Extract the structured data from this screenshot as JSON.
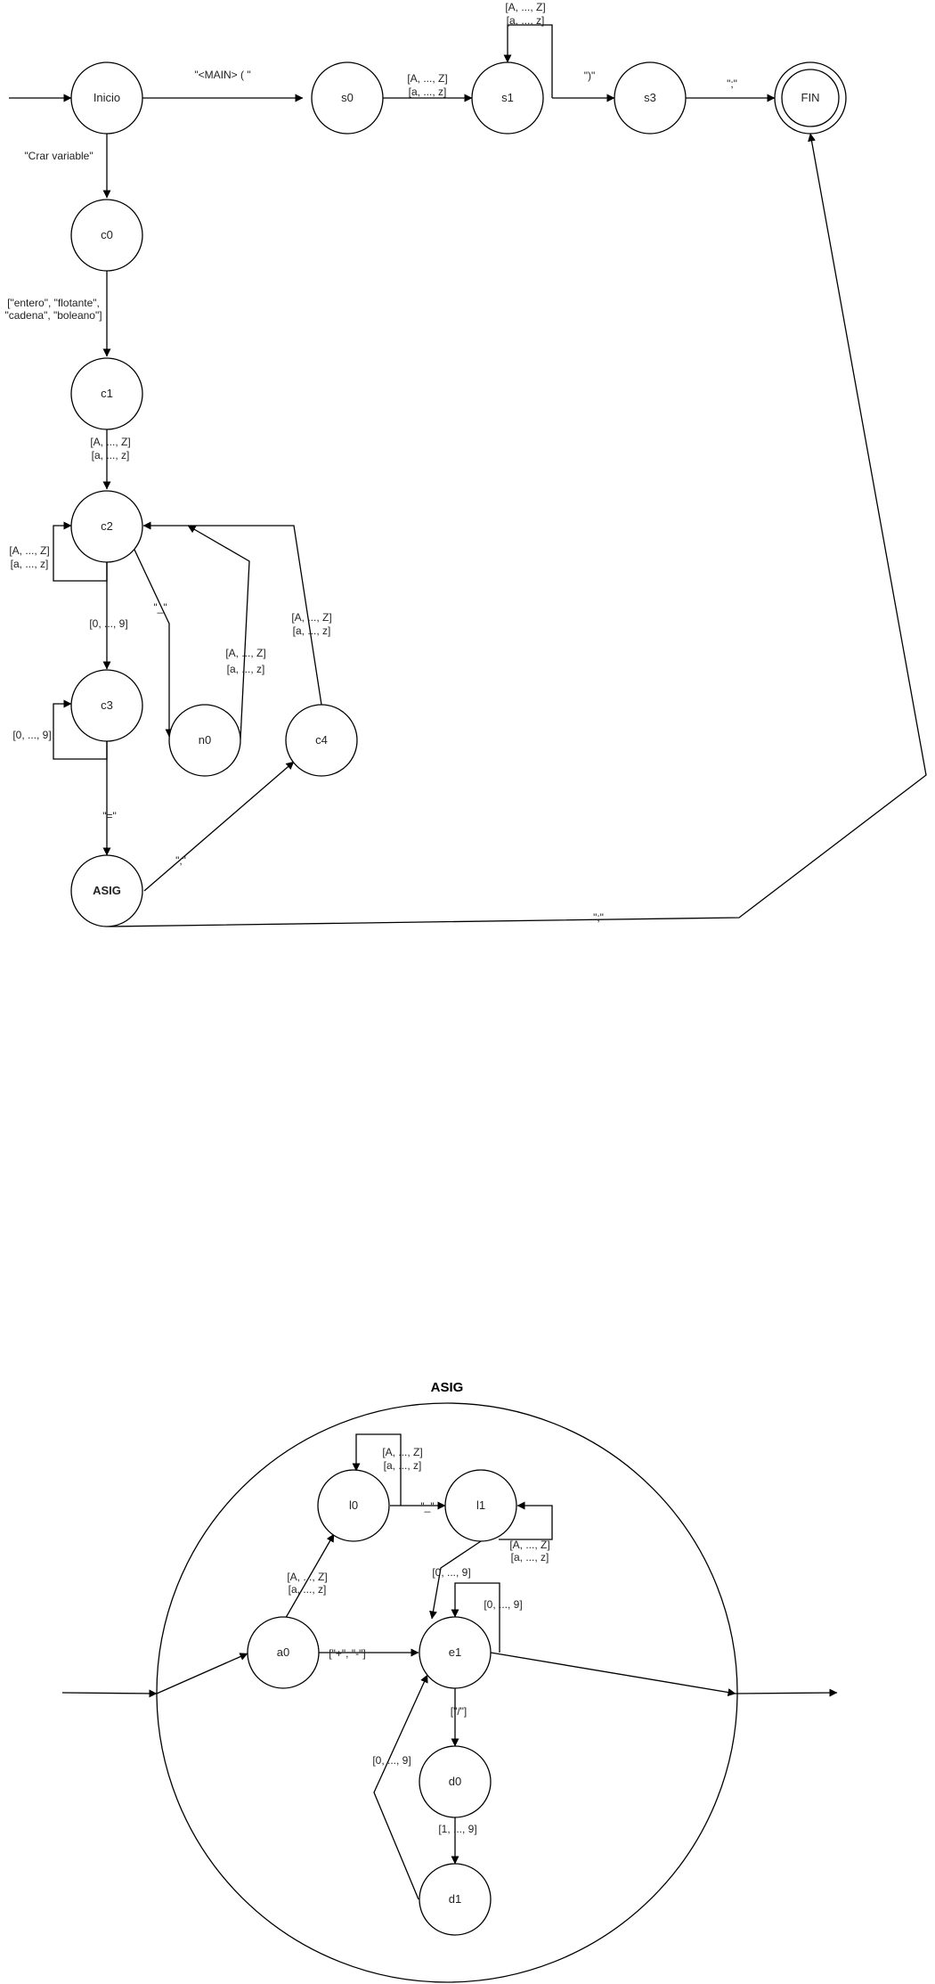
{
  "colors": {
    "stroke": "#000000",
    "text": "#222222",
    "background": "#ffffff"
  },
  "nodes": {
    "inicio": "Inicio",
    "s0": "s0",
    "s1": "s1",
    "s3": "s3",
    "fin": "FIN",
    "c0": "c0",
    "c1": "c1",
    "c2": "c2",
    "c3": "c3",
    "n0": "n0",
    "c4": "c4",
    "asig": "ASIG",
    "l0": "l0",
    "l1": "l1",
    "a0": "a0",
    "e1": "e1",
    "d0": "d0",
    "d1": "d1"
  },
  "labels": {
    "main_open": "\"<MAIN> ( \"",
    "s0_s1_upper": "[A, ..., Z]",
    "s0_s1_lower": "[a, ..., z]",
    "s1_loop_upper": "[A, ..., Z]",
    "s1_loop_lower": "[a, ..., z]",
    "paren_close": "\")\"",
    "s3_fin": "\";\"",
    "crear_variable": "\"Crar variable\"",
    "types_line1": "[\"entero\",  \"flotante\",",
    "types_line2": "\"cadena\",  \"boleano\"]",
    "c1_c2_upper": "[A, ..., Z]",
    "c1_c2_lower": "[a, ..., z]",
    "c2_loop_upper": "[A, ..., Z]",
    "c2_loop_lower": "[a, ..., z]",
    "c2_c3_digits": "[0, ..., 9]",
    "c2_n0_underscore": "\"_\"",
    "n0_c2_upper": "[A, ..., Z]",
    "n0_c2_lower": "[a, ..., z]",
    "c4_c2_upper": "[A, ..., Z]",
    "c4_c2_lower": "[a, ..., z]",
    "c3_loop_digits": "[0, ..., 9]",
    "c3_asig_equals": "\"=\"",
    "asig_c4_comma": "\",\"",
    "asig_fin_semicolon": "\";\""
  },
  "sub_diagram": {
    "title": "ASIG",
    "labels": {
      "l0_loop_upper": "[A, ..., Z]",
      "l0_loop_lower": "[a, ..., z]",
      "l0_l1_underscore": "\"_\"",
      "l1_loop_upper": "[A, ..., Z]",
      "l1_loop_lower": "[a, ..., z]",
      "l1_e1_digits": "[0, ..., 9]",
      "e1_loop_digits": "[0, ..., 9]",
      "a0_l0_upper": "[A, ..., Z]",
      "a0_l0_lower": "[a, ..., z]",
      "a0_e1_signs": "[\"+\", \"-\"]",
      "e1_d0_slash": "[\"/\"]",
      "d1_e1_digits": "[0, ..., 9]",
      "d0_d1_digits": "[1, ..., 9]"
    }
  }
}
